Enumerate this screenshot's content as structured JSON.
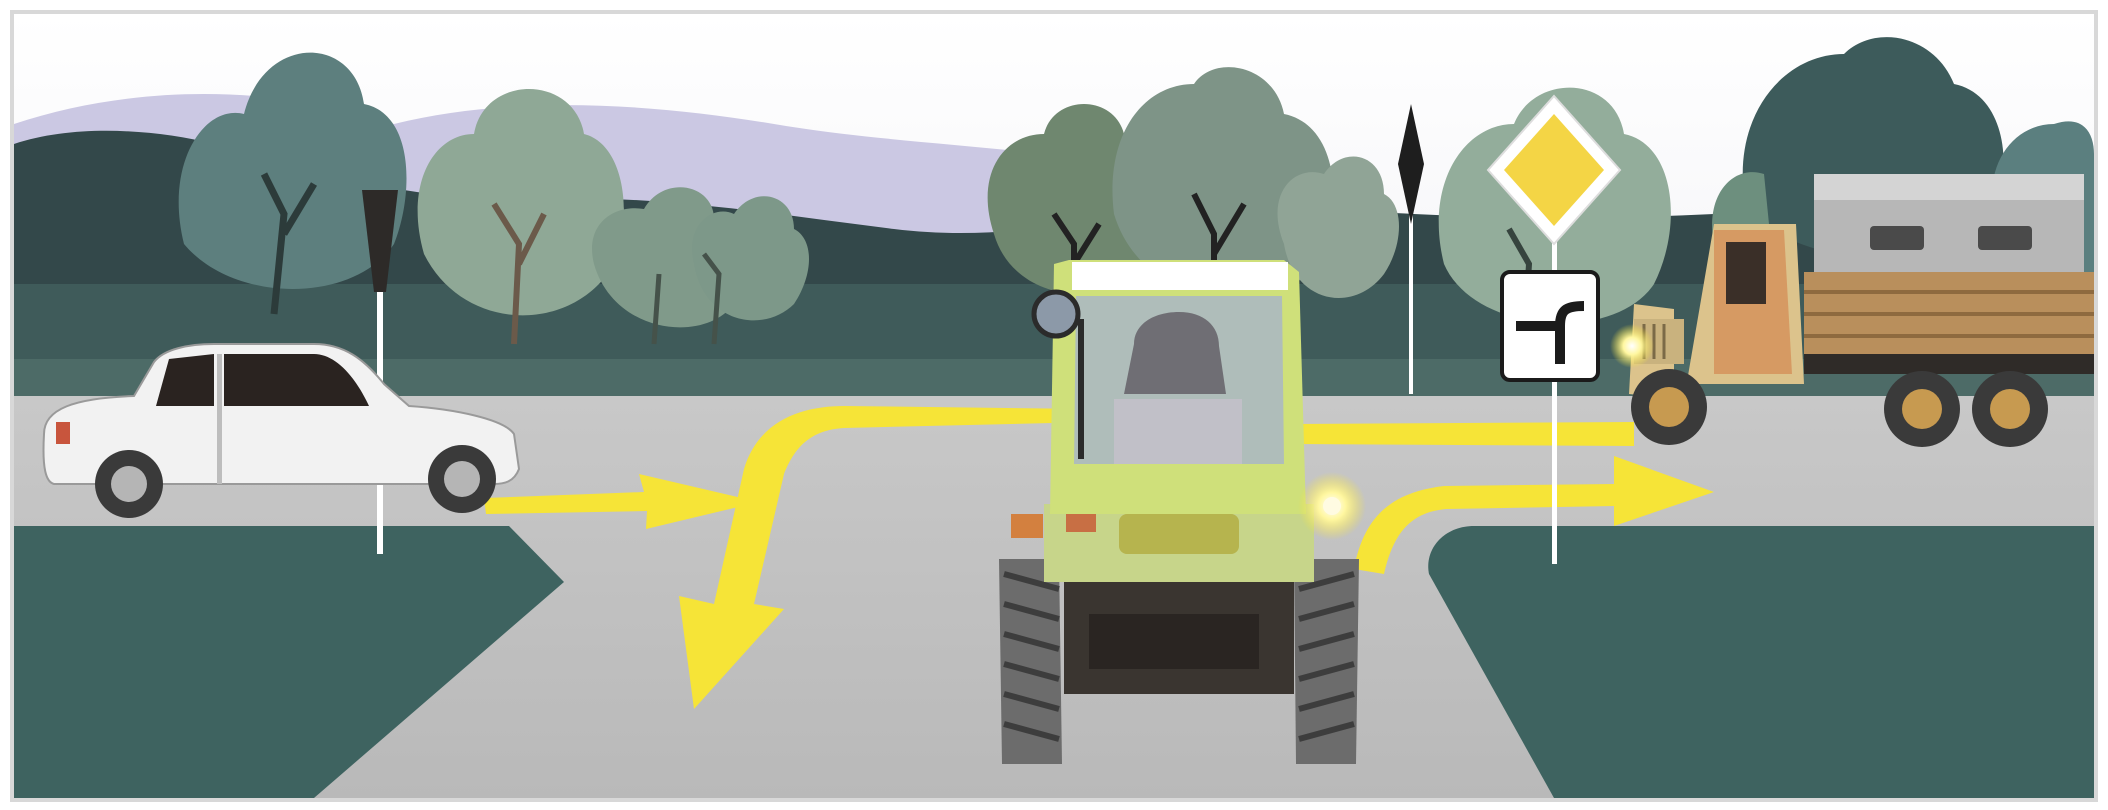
{
  "scene": {
    "type": "traffic-situation-illustration",
    "elements": [
      "white-car",
      "tractor",
      "truck",
      "main-road-sign",
      "direction-of-main-road-plate",
      "road-edge-post",
      "yellow-arrows"
    ]
  },
  "colors": {
    "sky": "#ffffff",
    "hills": "#c9c6e2",
    "dark-forest": "#33484a",
    "tree-blue": "#5e7f7e",
    "tree-green": "#8fa896",
    "road": "#bdbdbd",
    "verge": "#3e6360",
    "arrow": "#f6e437",
    "tractor-body": "#cfe07a",
    "truck-cab": "#dcc38c",
    "truck-bed": "#b98f5c",
    "sign-yellow": "#f4d545",
    "car": "#f2f2f2"
  }
}
